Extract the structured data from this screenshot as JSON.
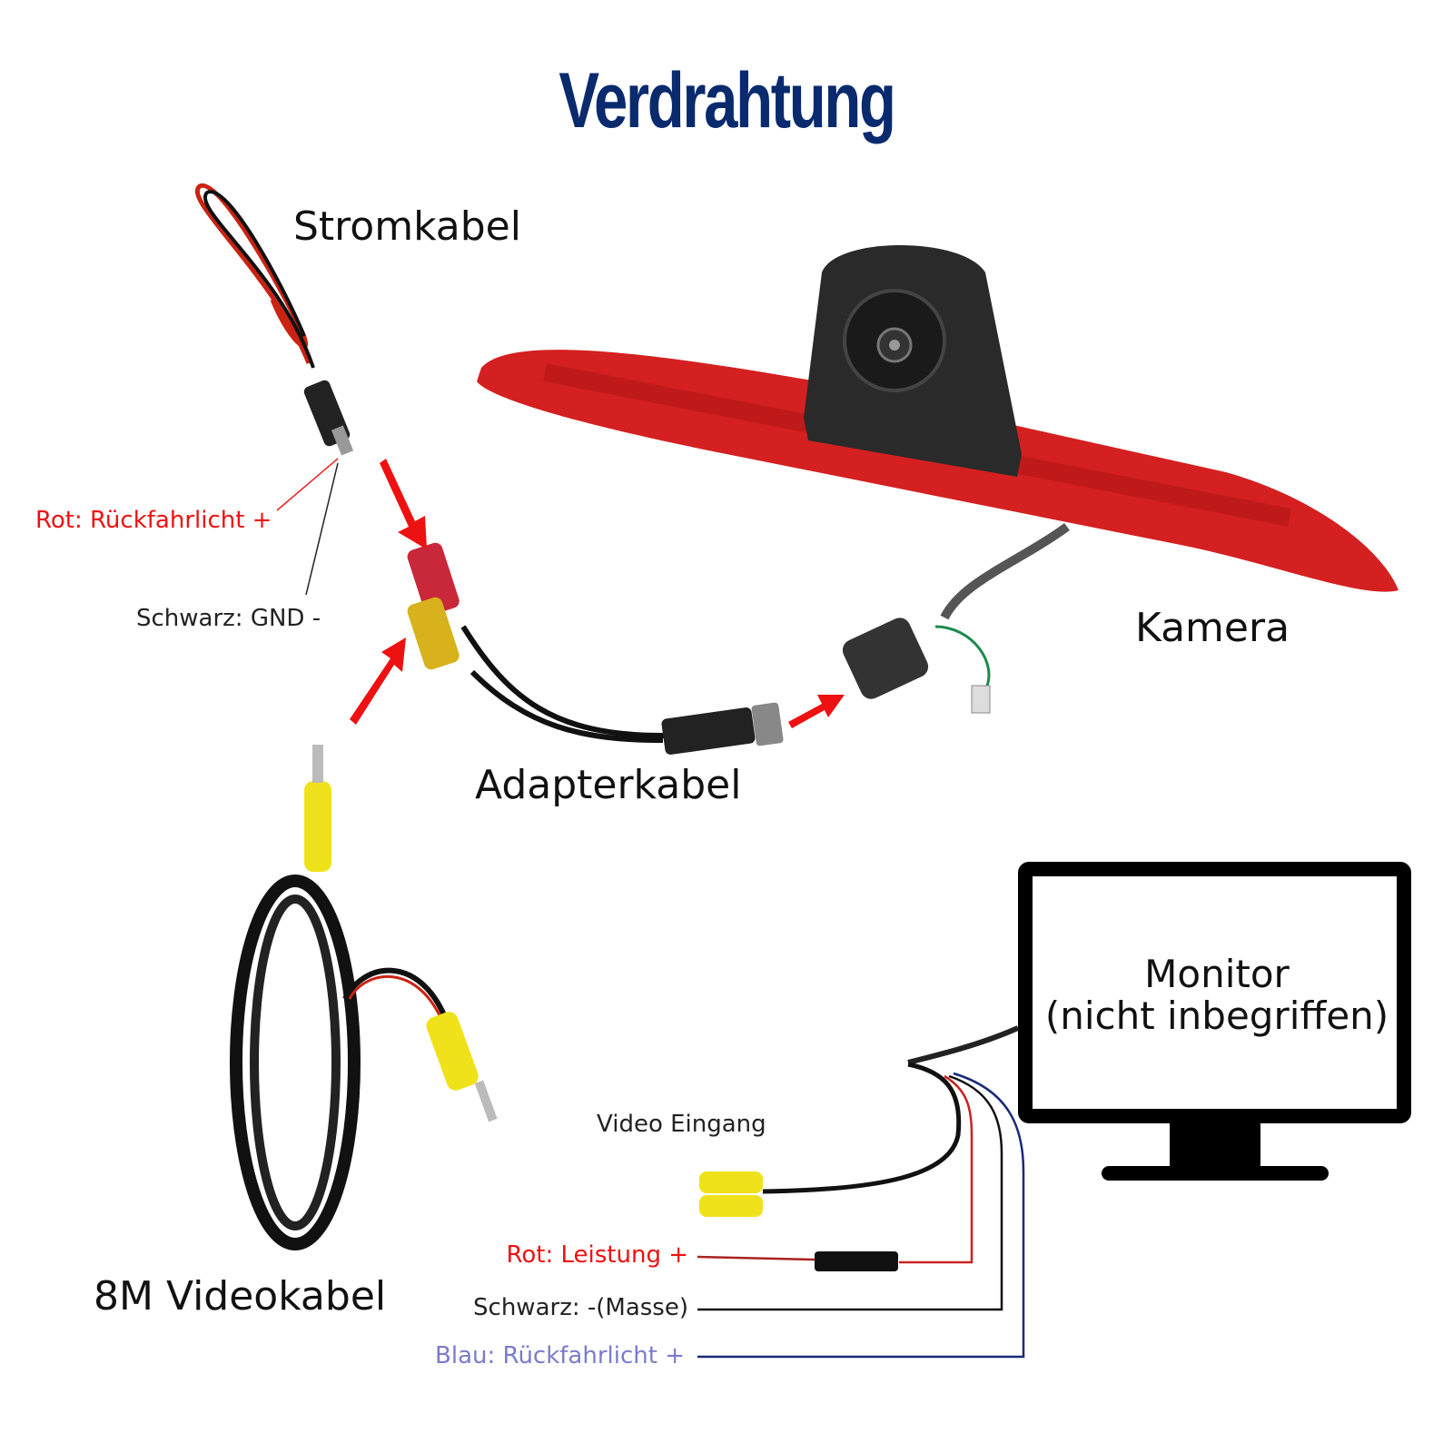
{
  "title": "Verdrahtung",
  "labels": {
    "power_cable": "Stromkabel",
    "red_reverse": "Rot: Rückfahrlicht +",
    "black_gnd": "Schwarz: GND -",
    "camera": "Kamera",
    "adapter_cable": "Adapterkabel",
    "video_cable": "8M Videokabel",
    "video_input": "Video Eingang",
    "red_power": "Rot: Leistung +",
    "black_ground": "Schwarz: -(Masse)",
    "blue_reverse": "Blau: Rückfahrlicht +"
  },
  "monitor": {
    "line1": "Monitor",
    "line2": "(nicht inbegriffen)"
  },
  "colors": {
    "title": "#0a2a6e",
    "red_label": "#ee1111",
    "blue_label": "#7b7bcc",
    "arrow": "#ee1111",
    "brake_light": "#d42020"
  }
}
